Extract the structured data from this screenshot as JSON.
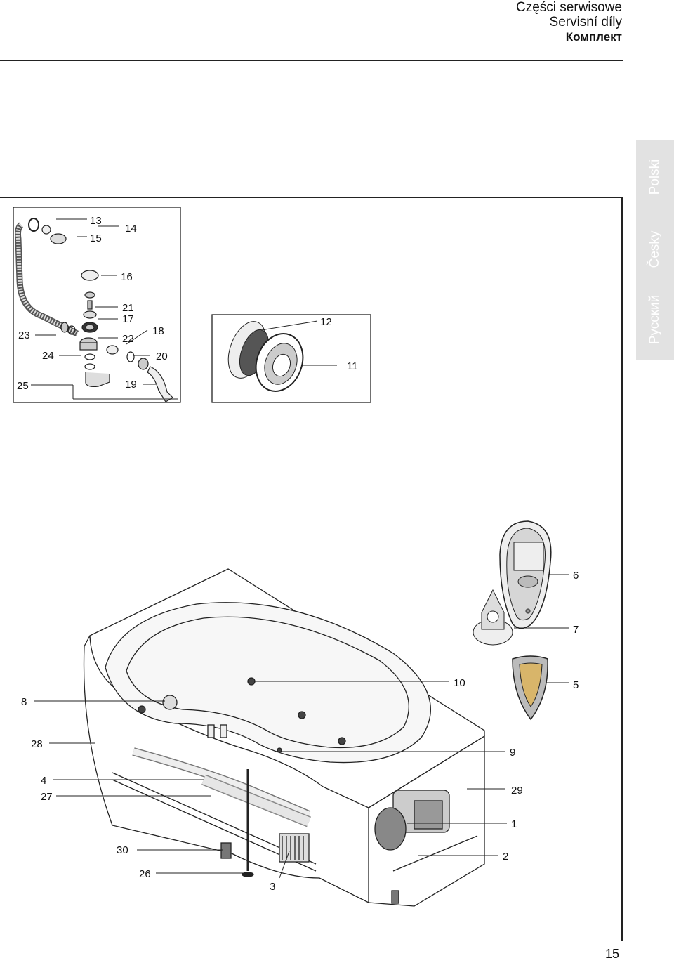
{
  "header": {
    "line1": "Części serwisowe",
    "line2": "Servisní díly",
    "line3": "Комплект"
  },
  "side_tabs": [
    "Polski",
    "Česky",
    "Русский"
  ],
  "page_number": "15",
  "callouts": {
    "drain": [
      "13",
      "14",
      "15",
      "16",
      "21",
      "17",
      "23",
      "18",
      "22",
      "24",
      "20",
      "25",
      "19"
    ],
    "nozzle": [
      "12",
      "11"
    ],
    "bath": [
      "6",
      "7",
      "10",
      "5",
      "8",
      "28",
      "9",
      "4",
      "27",
      "29",
      "1",
      "30",
      "2",
      "26",
      "3"
    ]
  }
}
